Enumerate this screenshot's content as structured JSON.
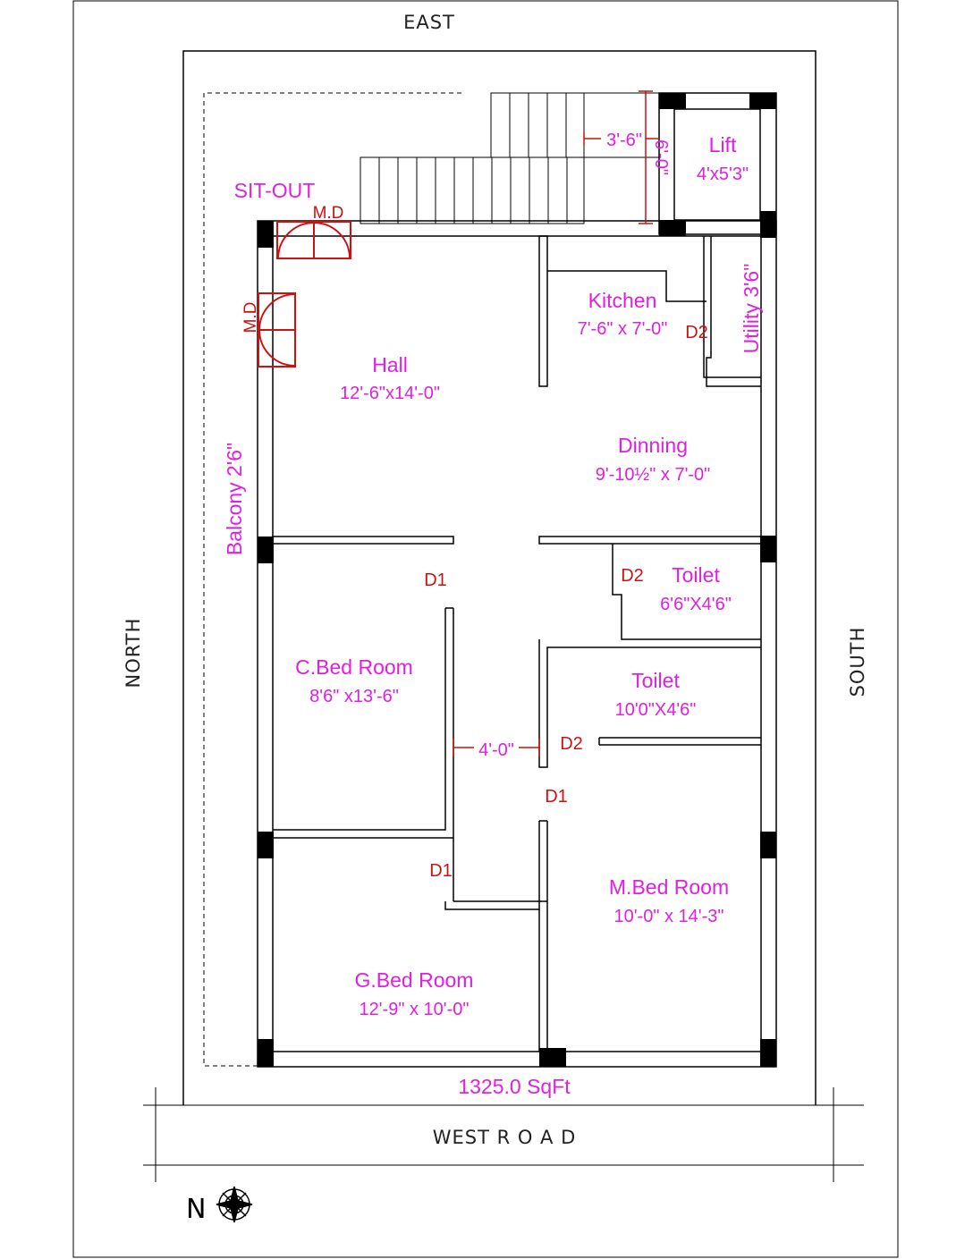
{
  "directions": {
    "east": "EAST",
    "north": "NORTH",
    "south": "SOUTH",
    "road": "WEST R O A D",
    "compass_letter": "N"
  },
  "labels": {
    "sit_out": "SIT-OUT",
    "main_door_1": "M.D",
    "main_door_2": "M.D",
    "balcony": "Balcony 2'6\"",
    "utility": "Utility 3'6\"",
    "total_area": "1325.0 SqFt"
  },
  "rooms": {
    "lift": {
      "name": "Lift",
      "size": "4'x5'3\""
    },
    "kitchen": {
      "name": "Kitchen",
      "size": "7'-6\" x 7'-0\""
    },
    "hall": {
      "name": "Hall",
      "size": "12'-6\"x14'-0\""
    },
    "dinning": {
      "name": "Dinning",
      "size": "9'-10½\" x 7'-0\""
    },
    "toilet1": {
      "name": "Toilet",
      "size": "6'6\"X4'6\""
    },
    "toilet2": {
      "name": "Toilet",
      "size": "10'0\"X4'6\""
    },
    "cbed": {
      "name": "C.Bed Room",
      "size": "8'6\" x13'-6\""
    },
    "mbed": {
      "name": "M.Bed Room",
      "size": "10'-0\" x 14'-3\""
    },
    "gbed": {
      "name": "G.Bed Room",
      "size": "12'-9\" x 10'-0\""
    }
  },
  "doors": {
    "kitchen_d2": "D2",
    "toilet1_d2": "D2",
    "toilet2_d2": "D2",
    "cbed_d1": "D1",
    "mbed_d1": "D1",
    "gbed_d1": "D1"
  },
  "dimensions": {
    "stair_width": "3'-6\"",
    "stair_length": "6'-0\"",
    "passage": "4'-0\""
  },
  "colors": {
    "room_text": "#e020e0",
    "door_red": "#cc1111",
    "wall": "#000000"
  }
}
